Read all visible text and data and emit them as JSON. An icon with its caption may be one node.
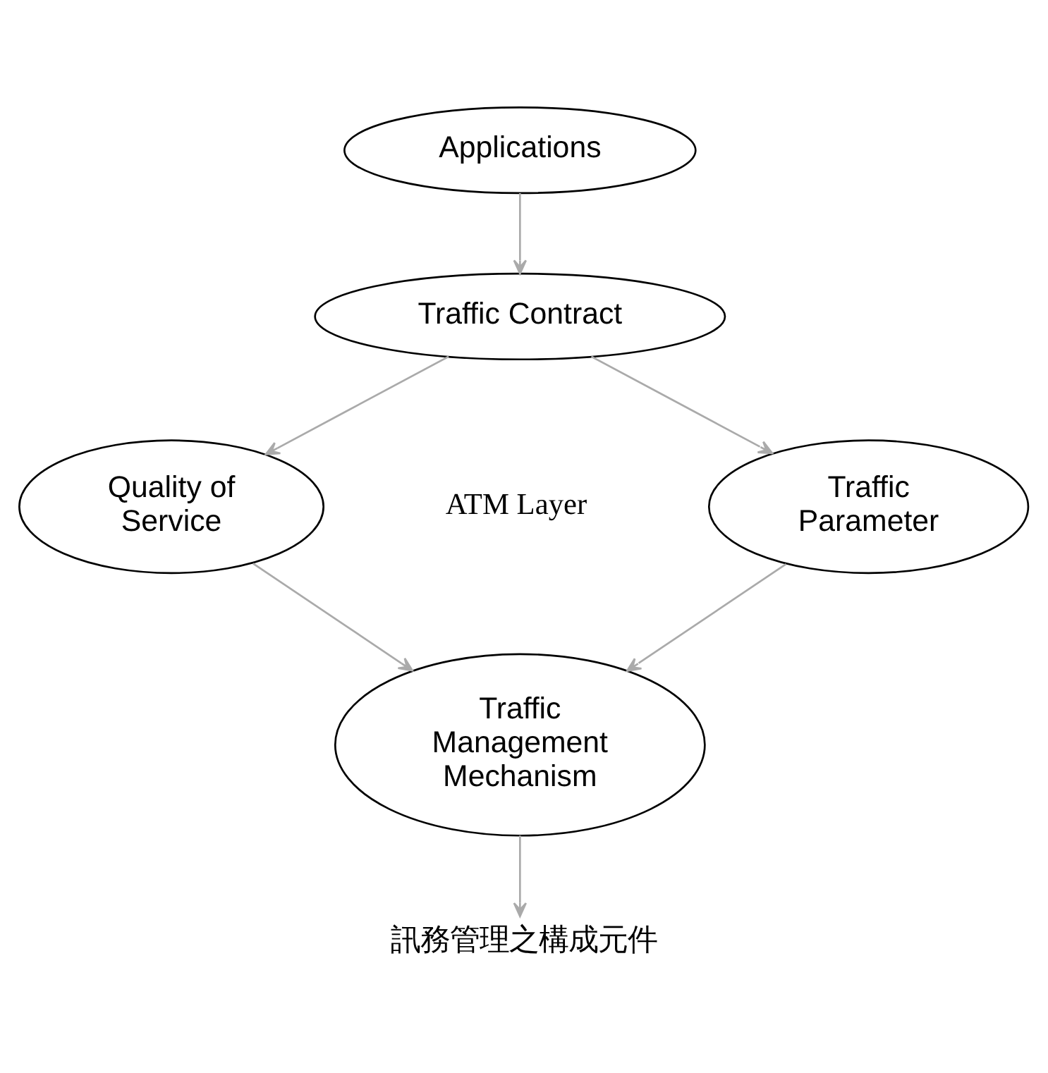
{
  "diagram": {
    "caption": "訊務管理之構成元件",
    "nodes": [
      {
        "text": [
          "Applications"
        ]
      },
      {
        "text": [
          "Traffic Contract"
        ]
      },
      {
        "text": [
          "Traffic Parameter"
        ]
      },
      {
        "text": [
          "Quality of Service"
        ]
      },
      {
        "text": [
          "Traffic Management Mechanism"
        ]
      }
    ],
    "edges": [
      {
        "from": 0,
        "to": 1,
        "arrow": "to"
      },
      {
        "from": 1,
        "to": 2,
        "arrow": "to"
      },
      {
        "from": 1,
        "to": 3,
        "arrow": "to"
      },
      {
        "from": 2,
        "to": 4,
        "arrow": "to"
      },
      {
        "from": 3,
        "to": 4,
        "arrow": "to"
      },
      {
        "from": 4,
        "to": null,
        "arrow": "to"
      }
    ],
    "labels": [
      "ATM Layer"
    ]
  }
}
